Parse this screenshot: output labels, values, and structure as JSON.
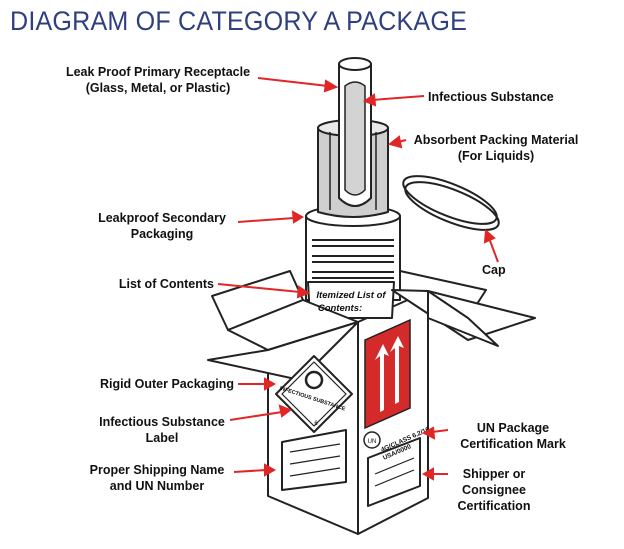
{
  "title": "DIAGRAM OF CATEGORY A PACKAGE",
  "colors": {
    "title": "#2f3f7f",
    "arrow": "#e02626",
    "outline": "#222222",
    "fill_gray": "#cfcfcf",
    "label_red": "#d42a2a"
  },
  "labels": {
    "primary_receptacle": [
      "Leak Proof Primary Receptacle",
      "(Glass, Metal, or Plastic)"
    ],
    "infectious_substance": [
      "Infectious Substance"
    ],
    "absorbent": [
      "Absorbent Packing Material",
      "(For Liquids)"
    ],
    "secondary": [
      "Leakproof Secondary",
      "Packaging"
    ],
    "cap": [
      "Cap"
    ],
    "list_of_contents": [
      "List of Contents"
    ],
    "rigid_outer": [
      "Rigid Outer Packaging"
    ],
    "substance_label": [
      "Infectious Substance",
      "Label"
    ],
    "un_cert": [
      "UN Package",
      "Certification Mark"
    ],
    "shipping_name": [
      "Proper Shipping Name",
      "and UN Number"
    ],
    "shipper": [
      "Shipper or",
      "Consignee",
      "Certification"
    ]
  },
  "package_text": {
    "itemized": [
      "Itemized List of",
      "Contents:"
    ],
    "diamond_label": "INFECTIOUS SUBSTANCE",
    "diamond_class": "6",
    "un_mark": [
      "4G/CLASS 6.2/16",
      "USA/0000"
    ],
    "un_symbol": "UN"
  }
}
